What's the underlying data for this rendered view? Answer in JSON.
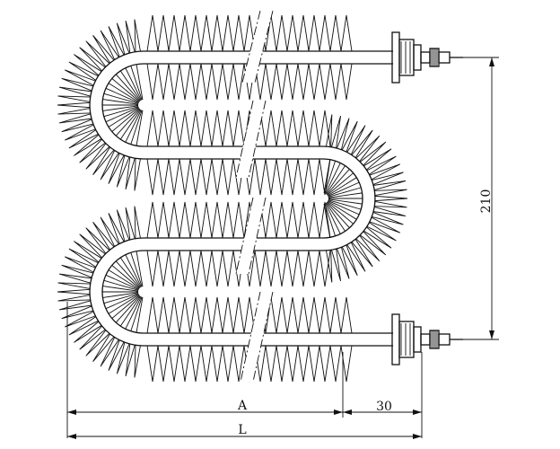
{
  "drawing": {
    "dimensions": {
      "height_value": "210",
      "collar_value": "30",
      "a_label": "A",
      "l_label": "L"
    },
    "element": {
      "passes": 4,
      "bends": 3,
      "terminals": 2
    }
  }
}
